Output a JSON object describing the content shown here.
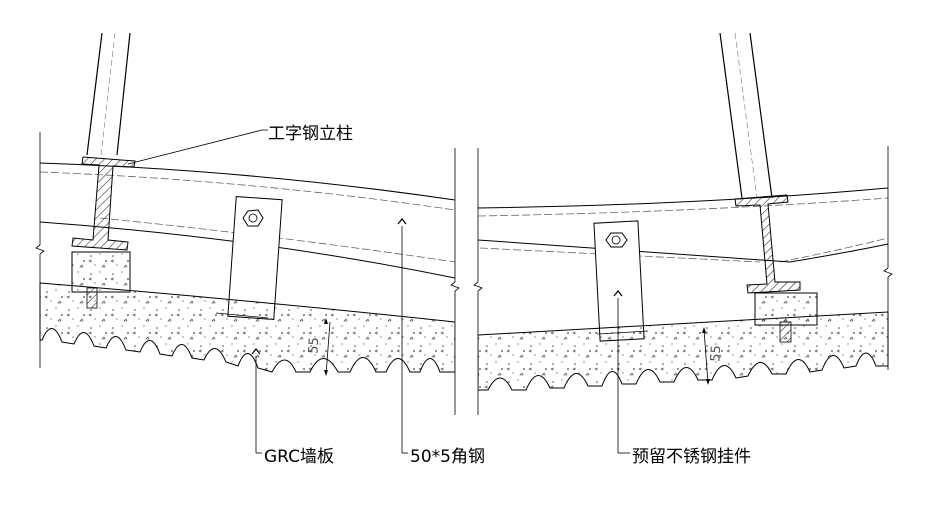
{
  "labels": {
    "column": "工字钢立柱",
    "panel": "GRC墙板",
    "angle": "50*5角钢",
    "hanger": "预留不锈钢挂件"
  },
  "dimensions": {
    "left": "55",
    "right": "55"
  },
  "colors": {
    "line": "#000000",
    "hatch": "#555555",
    "dashed": "#666666"
  }
}
